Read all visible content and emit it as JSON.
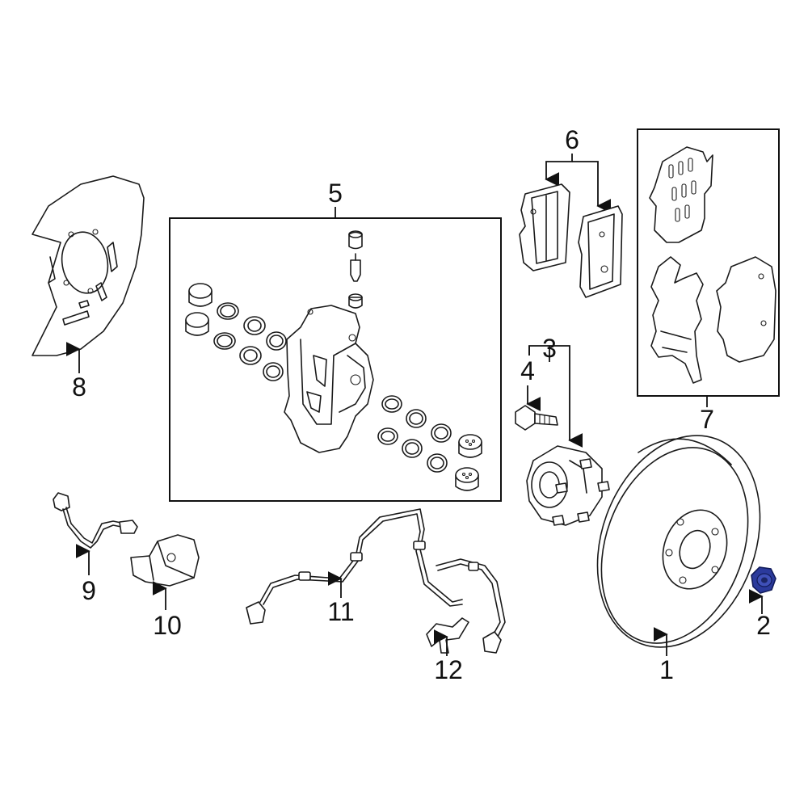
{
  "diagram": {
    "highlight_color": "#2b3a9c",
    "callouts": [
      {
        "id": "c1",
        "label": "1"
      },
      {
        "id": "c2",
        "label": "2"
      },
      {
        "id": "c3",
        "label": "3"
      },
      {
        "id": "c4",
        "label": "4"
      },
      {
        "id": "c5",
        "label": "5"
      },
      {
        "id": "c6",
        "label": "6"
      },
      {
        "id": "c7",
        "label": "7"
      },
      {
        "id": "c8",
        "label": "8"
      },
      {
        "id": "c9",
        "label": "9"
      },
      {
        "id": "c10",
        "label": "10"
      },
      {
        "id": "c11",
        "label": "11"
      },
      {
        "id": "c12",
        "label": "12"
      }
    ]
  }
}
